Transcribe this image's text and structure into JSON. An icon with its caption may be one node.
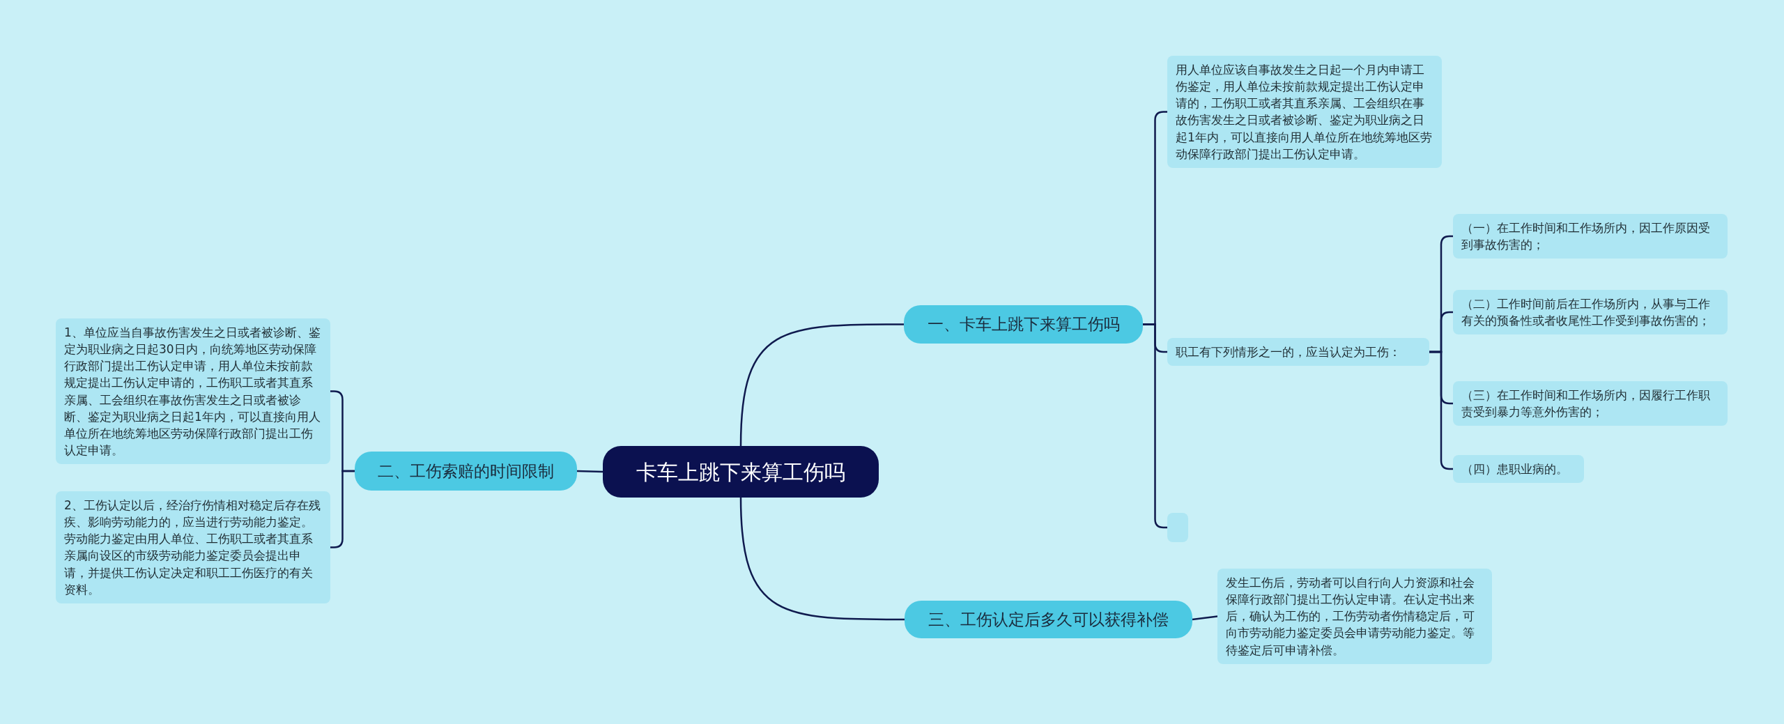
{
  "diagram": {
    "nodes": [
      {
        "text": [
          "卡车上跳下来算工伤吗"
        ]
      },
      {
        "text": [
          "一、卡车上跳下来算工伤吗"
        ]
      },
      {
        "text": [
          "用人单位应该自事故发生之日起一个月内申请工伤鉴定，用人单位未按前款规定提出工伤认定申请的，工伤职工或者其直系亲属、工会组织在事故伤害发生之日或者被诊断、鉴定为职业病之日起1年内，可以直接向用人单位所在地统筹地区劳动保障行政部门提出工伤认定申请。"
        ]
      },
      {
        "text": [
          "职工有下列情形之一的，应当认定为工伤："
        ]
      },
      {
        "text": [
          "（一）在工作时间和工作场所内，因工作原因受到事故伤害的；"
        ]
      },
      {
        "text": [
          "（二）工作时间前后在工作场所内，从事与工作有关的预备性或者收尾性工作受到事故伤害的；"
        ]
      },
      {
        "text": [
          "（三）在工作时间和工作场所内，因履行工作职责受到暴力等意外伤害的；"
        ]
      },
      {
        "text": [
          "（四）患职业病的。"
        ]
      },
      {
        "text": [],
        "shape": "box"
      },
      {
        "text": [
          "二、工伤索赔的时间限制"
        ]
      },
      {
        "text": [
          "1、单位应当自事故伤害发生之日或者被诊断、鉴定为职业病之日起30日内，向统筹地区劳动保障行政部门提出工伤认定申请，用人单位未按前款规定提出工伤认定申请的，工伤职工或者其直系亲属、工会组织在事故伤害发生之日或者被诊断、鉴定为职业病之日起1年内，可以直接向用人单位所在地统筹地区劳动保障行政部门提出工伤认定申请。"
        ]
      },
      {
        "text": [
          "2、工伤认定以后，经治疗伤情相对稳定后存在残疾、影响劳动能力的，应当进行劳动能力鉴定。劳动能力鉴定由用人单位、工伤职工或者其直系亲属向设区的市级劳动能力鉴定委员会提出申请，并提供工伤认定决定和职工工伤医疗的有关资料。"
        ]
      },
      {
        "text": [
          "三、工伤认定后多久可以获得补偿"
        ]
      },
      {
        "text": [
          "发生工伤后，劳动者可以自行向人力资源和社会保障行政部门提出工伤认定申请。在认定书出来后，确认为工伤的，工伤劳动者伤情稳定后，可向市劳动能力鉴定委员会申请劳动能力鉴定。等待鉴定后可申请补偿。"
        ]
      }
    ],
    "edges": [
      {
        "from": 0,
        "to": 1,
        "arrow": "none"
      },
      {
        "from": 1,
        "to": 2,
        "arrow": "none"
      },
      {
        "from": 1,
        "to": 3,
        "arrow": "none"
      },
      {
        "from": 1,
        "to": 8,
        "arrow": "none"
      },
      {
        "from": 3,
        "to": 4,
        "arrow": "none"
      },
      {
        "from": 3,
        "to": 5,
        "arrow": "none"
      },
      {
        "from": 3,
        "to": 6,
        "arrow": "none"
      },
      {
        "from": 3,
        "to": 7,
        "arrow": "none"
      },
      {
        "from": 0,
        "to": 9,
        "arrow": "none"
      },
      {
        "from": 9,
        "to": 10,
        "arrow": "none"
      },
      {
        "from": 9,
        "to": 11,
        "arrow": "none"
      },
      {
        "from": 0,
        "to": 12,
        "arrow": "none"
      },
      {
        "from": 12,
        "to": 13,
        "arrow": "none"
      }
    ]
  }
}
